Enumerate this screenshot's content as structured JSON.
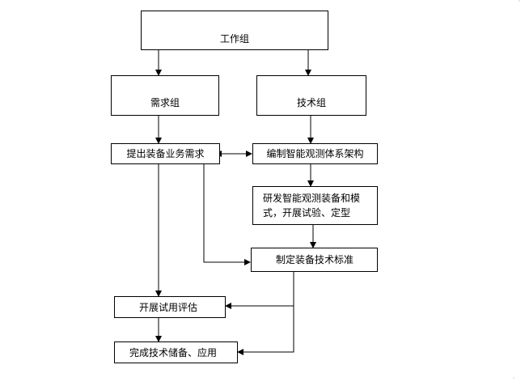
{
  "nodes": {
    "work_group": "工作组",
    "requirements_group": "需求组",
    "technical_group": "技术组",
    "equipment_needs": "提出装备业务需求",
    "observation_architecture": "编制智能观测体系架构",
    "develop_line1": "研发智能观测装备和模",
    "develop_line2": "式，开展试验、定型",
    "standards": "制定装备技术标准",
    "trial_evaluation": "开展试用评估",
    "complete_reserve": "完成技术储备、应用"
  },
  "corner_marks": [
    "′",
    "′"
  ]
}
